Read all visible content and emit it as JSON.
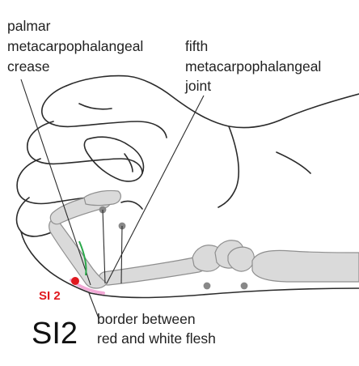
{
  "labels": {
    "palmar_crease": [
      "palmar",
      "metacarpophalangeal",
      "crease"
    ],
    "fifth_joint": [
      "fifth",
      "metacarpophalangeal",
      "joint"
    ],
    "border": [
      "border between",
      "red and white flesh"
    ],
    "point_small": "SI 2",
    "point_big": "SI2"
  },
  "colors": {
    "point": "#e0191f",
    "crease_line": "#2aa84a",
    "flesh_highlight": "#f2a9d6",
    "bone_fill": "#dadada"
  }
}
